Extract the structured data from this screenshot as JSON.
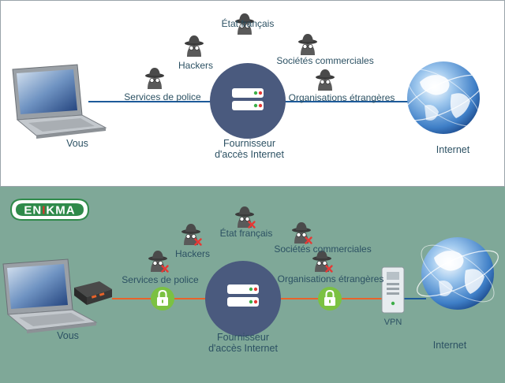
{
  "colors": {
    "top_background": "#ffffff",
    "bottom_background": "#7fa898",
    "label_text": "#2c5163",
    "isp_circle": "#4a5a7e",
    "line_unprotected": "#1d5a99",
    "line_protected": "#e8632a",
    "lock_badge": "#7bc142",
    "logo_green": "#2f8a4a",
    "logo_red": "#d9352c"
  },
  "top_panel": {
    "you_label": "Vous",
    "internet_label": "Internet",
    "isp_label_line1": "Fournisseur",
    "isp_label_line2": "d'accès Internet",
    "spies": [
      "État français",
      "Hackers",
      "Sociétés commerciales",
      "Services de police",
      "Organisations étrangères"
    ]
  },
  "bottom_panel": {
    "logo_text": "ENIKMA",
    "you_label": "Vous",
    "internet_label": "Internet",
    "vpn_label": "VPN",
    "isp_label_line1": "Fournisseur",
    "isp_label_line2": "d'accès Internet",
    "spies": [
      "État français",
      "Hackers",
      "Sociétés commerciales",
      "Services de police",
      "Organisations étrangères"
    ]
  },
  "icons": {
    "laptop": "laptop-icon",
    "globe": "globe-icon",
    "server": "server-icon",
    "spy": "spy-icon",
    "blocked": "red-x-icon",
    "lock": "lock-icon",
    "vpn_device": "router-icon",
    "vpn_server": "vpn-server-icon"
  }
}
